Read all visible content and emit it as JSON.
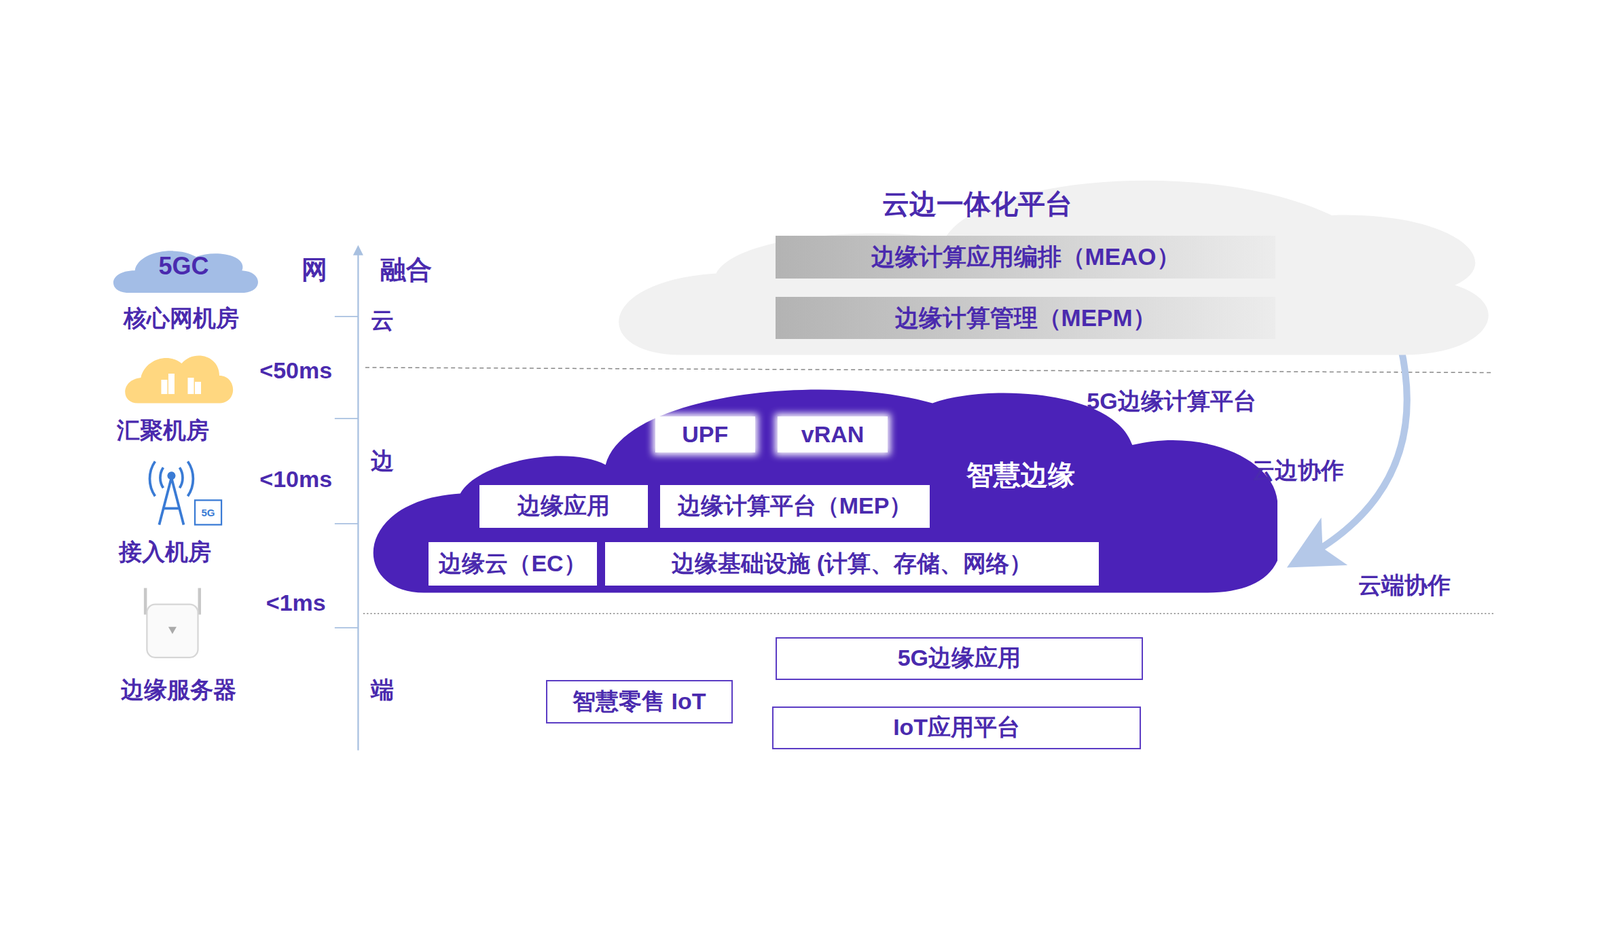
{
  "diagram": {
    "nodes": [
      {
        "text": [
          "5GC"
        ]
      },
      {
        "text": [
          "云边一体化平台"
        ]
      },
      {
        "text": [
          "边缘计算应用编排（MEAO）"
        ],
        "in": 1
      },
      {
        "text": [
          "边缘计算管理（MEPM）"
        ],
        "in": 1
      },
      {
        "text": [
          "智慧边缘"
        ]
      },
      {
        "text": [
          "UPF"
        ],
        "in": 4
      },
      {
        "text": [
          "vRAN"
        ],
        "in": 4
      },
      {
        "text": [
          "边缘应用"
        ],
        "in": 4
      },
      {
        "text": [
          "边缘计算平台（MEP）"
        ],
        "in": 4
      },
      {
        "text": [
          "边缘云（EC）"
        ],
        "in": 4
      },
      {
        "text": [
          "边缘基础设施 (计算、存储、网络）"
        ],
        "in": 4
      },
      {
        "text": [
          "5G边缘应用"
        ]
      },
      {
        "text": [
          "智慧零售 IoT"
        ]
      },
      {
        "text": [
          "IoT应用平台"
        ]
      }
    ],
    "edges": [
      {
        "from": 1,
        "to": 4,
        "arrow": "to",
        "label": "云边协作"
      }
    ],
    "labels": [
      "核心网机房",
      "网",
      "融合",
      "云",
      "<50ms",
      "汇聚机房",
      "5G边缘计算平台",
      "边",
      "<10ms",
      "5G",
      "接入机房",
      "<1ms",
      "边缘服务器",
      "端",
      "云端协作"
    ]
  }
}
